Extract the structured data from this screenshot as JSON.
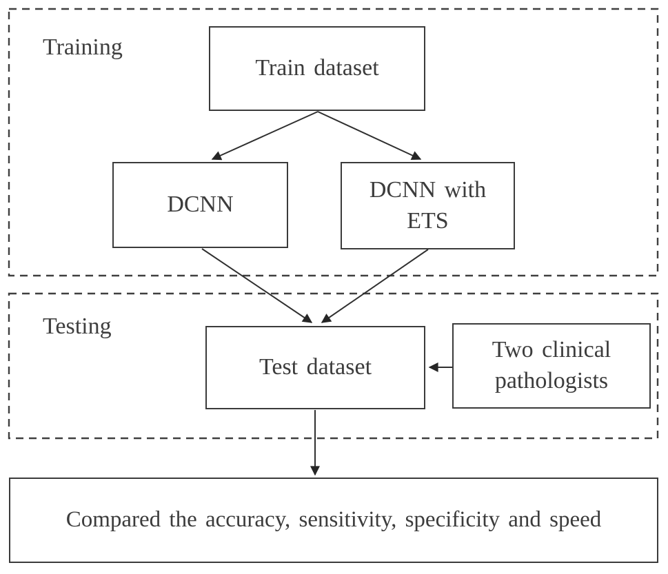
{
  "figure": {
    "background_color": "#ffffff",
    "line_color": "#2f2f2f",
    "border_color": "#3a3a3a",
    "text_color": "#3c3c3c",
    "sections": [
      {
        "id": "training",
        "label": "Training"
      },
      {
        "id": "testing",
        "label": "Testing"
      }
    ],
    "nodes": [
      {
        "id": "train-dataset",
        "label": "Train dataset"
      },
      {
        "id": "dcnn",
        "label": "DCNN"
      },
      {
        "id": "dcnn-ets",
        "label": "DCNN with ETS"
      },
      {
        "id": "test-dataset",
        "label": "Test dataset"
      },
      {
        "id": "pathologists",
        "label": "Two clinical pathologists"
      },
      {
        "id": "comparison",
        "label": "Compared the accuracy, sensitivity, specificity and speed"
      }
    ],
    "edges": [
      {
        "from": "train-dataset",
        "to": "dcnn"
      },
      {
        "from": "train-dataset",
        "to": "dcnn-ets"
      },
      {
        "from": "dcnn",
        "to": "test-dataset"
      },
      {
        "from": "dcnn-ets",
        "to": "test-dataset"
      },
      {
        "from": "pathologists",
        "to": "test-dataset"
      },
      {
        "from": "test-dataset",
        "to": "comparison"
      }
    ]
  }
}
